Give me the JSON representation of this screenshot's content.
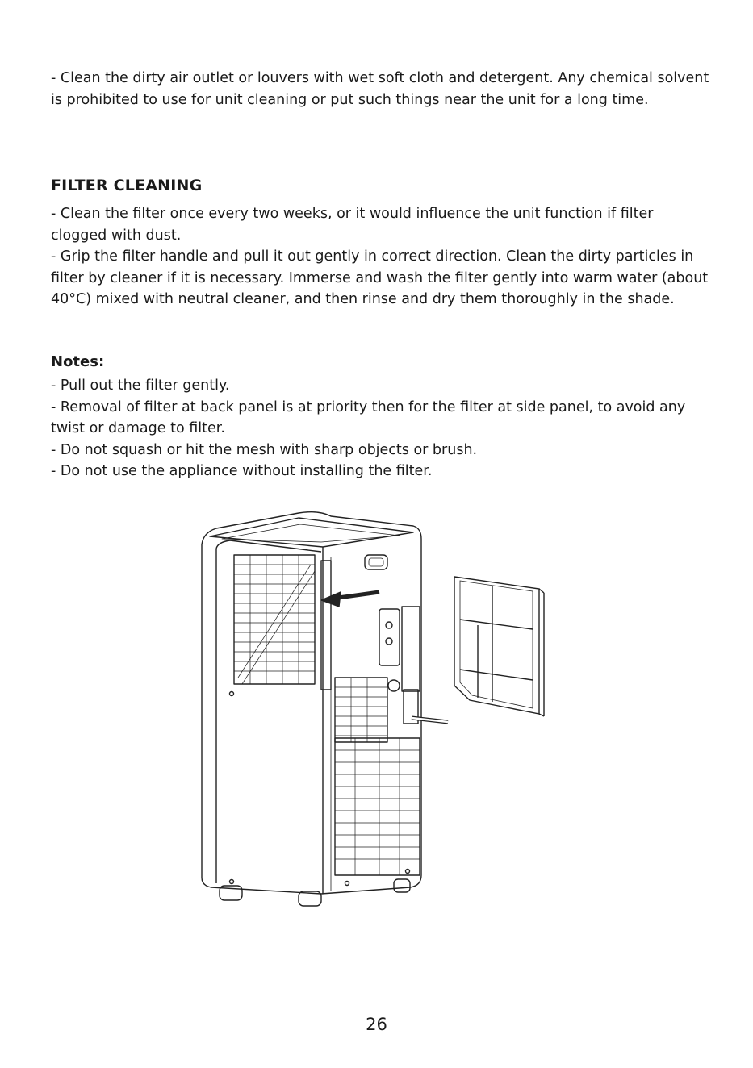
{
  "intro": {
    "text": "- Clean the dirty air outlet or louvers with wet soft cloth and detergent. Any chemical solvent is prohibited to use for unit cleaning or put such things near the unit for a long time."
  },
  "filter_cleaning": {
    "heading": "FILTER CLEANING",
    "para1": "- Clean the filter once every two weeks, or it would influence the unit function if filter clogged with dust.",
    "para2": "- Grip the filter handle and pull it out gently in correct direction. Clean the dirty particles in filter by cleaner if it is necessary. Immerse and wash the filter gently into warm water (about 40°C) mixed with neutral cleaner, and then rinse and dry them thoroughly in the shade."
  },
  "notes": {
    "title": "Notes:",
    "items": [
      "- Pull out the filter gently.",
      "- Removal of filter at back panel is at priority then for the filter at side panel, to avoid any twist or damage to filter.",
      "- Do not squash or hit the mesh with sharp objects or brush.",
      "- Do not use the appliance without installing the filter."
    ]
  },
  "page_number": "26"
}
